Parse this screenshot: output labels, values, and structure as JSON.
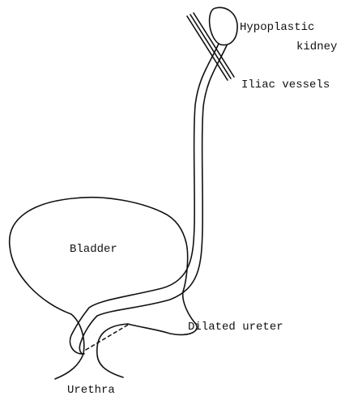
{
  "labels": {
    "hypoplastic_kidney_line1": "Hypoplastic",
    "hypoplastic_kidney_line2": "kidney",
    "iliac_vessels": "Iliac vessels",
    "bladder": "Bladder",
    "dilated_ureter": "Dilated ureter",
    "urethra": "Urethra"
  },
  "colors": {
    "ink": "#111111",
    "background": "#ffffff"
  }
}
